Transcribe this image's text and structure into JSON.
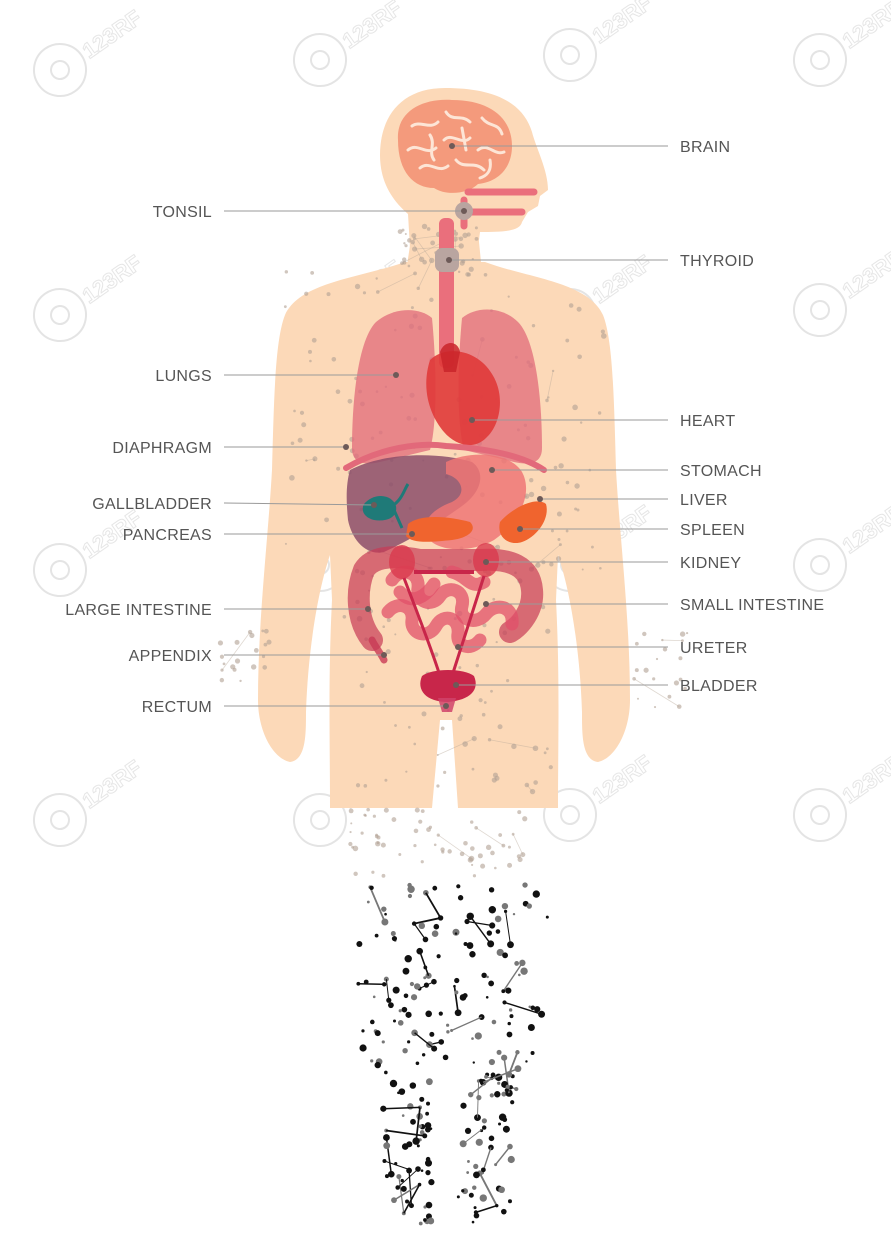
{
  "labels": {
    "brain": "BRAIN",
    "tonsil": "TONSIL",
    "thyroid": "THYROID",
    "lungs": "LUNGS",
    "heart": "HEART",
    "diaphragm": "DIAPHRAGM",
    "stomach": "STOMACH",
    "gallbladder": "GALLBLADDER",
    "liver": "LIVER",
    "pancreas": "PANCREAS",
    "spleen": "SPLEEN",
    "kidney": "KIDNEY",
    "large_intestine": "LARGE INTESTINE",
    "small_intestine": "SMALL INTESTINE",
    "appendix": "APPENDIX",
    "ureter": "URETER",
    "bladder": "BLADDER",
    "rectum": "RECTUM"
  },
  "watermark_text": "123RF",
  "colors": {
    "skin": "#fcd9b8",
    "brain": "#f49a7c",
    "lungs": "#e2697a",
    "heart": "#e03a3a",
    "liver": "#8c4e6a",
    "stomach": "#ef7676",
    "spleen": "#f0642e",
    "intestines": "#c83a55",
    "bladder": "#c8264a",
    "gallbladder": "#1f7a78",
    "trachea": "#ea6f7c",
    "thyroid": "#b9a5a0",
    "leader": "#9a9a9a",
    "label_text": "#555555"
  }
}
